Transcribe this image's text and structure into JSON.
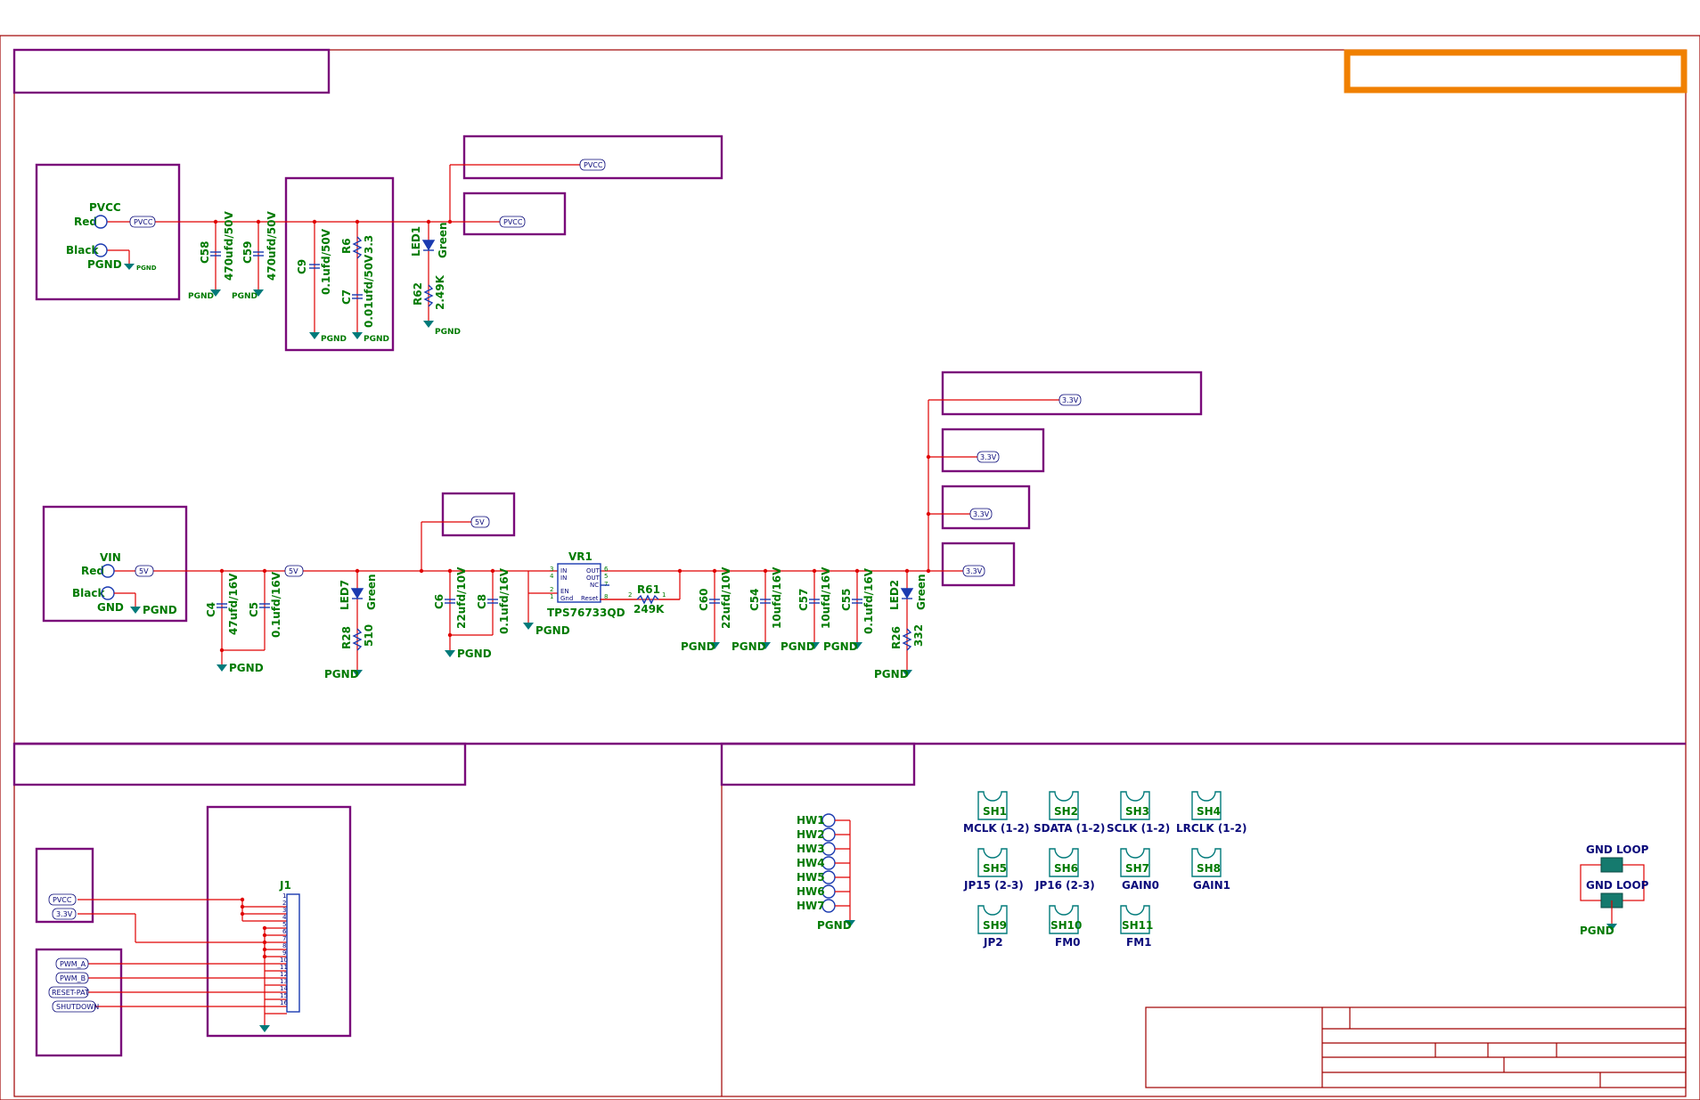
{
  "colors": {
    "wire": "#e00000",
    "frame": "#a00000",
    "block_border": "#7a0a7a",
    "highlight": "#f08000",
    "component": "#1a3ab0",
    "label_green": "#007a00",
    "label_navy": "#0a0a7a",
    "ground": "#007a7a"
  },
  "nets": {
    "pvcc": "PVCC",
    "pgnd": "PGND",
    "v5": "5V",
    "v33": "3.3V",
    "gnd": "GND"
  },
  "pvcc_section": {
    "connector": {
      "title": "PVCC",
      "red": "Red",
      "black": "Black",
      "gnd": "PGND"
    },
    "c58": {
      "ref": "C58",
      "value": "470ufd/50V"
    },
    "c59": {
      "ref": "C59",
      "value": "470ufd/50V"
    },
    "c9": {
      "ref": "C9",
      "value": "0.1ufd/50V"
    },
    "r6": {
      "ref": "R6",
      "value": "3.3"
    },
    "c7": {
      "ref": "C7",
      "value": "0.01ufd/50V"
    },
    "led1": {
      "ref": "LED1",
      "value": "Green"
    },
    "r62": {
      "ref": "R62",
      "value": "2.49K"
    }
  },
  "vin_section": {
    "connector": {
      "title": "VIN",
      "red": "Red",
      "black": "Black",
      "gnd": "GND"
    },
    "c4": {
      "ref": "C4",
      "value": "47ufd/16V"
    },
    "c5": {
      "ref": "C5",
      "value": "0.1ufd/16V"
    },
    "led7": {
      "ref": "LED7",
      "value": "Green"
    },
    "r28": {
      "ref": "R28",
      "value": "510"
    },
    "c6": {
      "ref": "C6",
      "value": "22ufd/10V"
    },
    "c8": {
      "ref": "C8",
      "value": "0.1ufd/16V"
    },
    "vr1": {
      "ref": "VR1",
      "part": "TPS76733QD",
      "pins": [
        "IN",
        "IN",
        "EN",
        "Gnd",
        "OUT",
        "OUT",
        "NC",
        "Reset"
      ],
      "pin_numbers": [
        "3",
        "4",
        "2",
        "1",
        "6",
        "5",
        "7",
        "8"
      ]
    },
    "r61": {
      "ref": "R61",
      "value": "249K",
      "pin_a": "2",
      "pin_b": "1"
    },
    "c60": {
      "ref": "C60",
      "value": "22ufd/10V"
    },
    "c54": {
      "ref": "C54",
      "value": "10ufd/16V"
    },
    "c57": {
      "ref": "C57",
      "value": "10ufd/16V"
    },
    "c55": {
      "ref": "C55",
      "value": "0.1ufd/16V"
    },
    "led2": {
      "ref": "LED2",
      "value": "Green"
    },
    "r26": {
      "ref": "R26",
      "value": "332"
    }
  },
  "connector_section": {
    "ref": "J1",
    "inputs": [
      "PVCC",
      "3.3V"
    ],
    "signals": [
      "PWM_A",
      "PWM_B",
      "RESET-PAT",
      "SHUTDOWN"
    ],
    "pin_numbers": [
      "1",
      "2",
      "3",
      "4",
      "5",
      "6",
      "7",
      "8",
      "9",
      "10",
      "11",
      "12",
      "13",
      "14",
      "15",
      "16"
    ]
  },
  "hardware_section": {
    "hardware": [
      "HW1",
      "HW2",
      "HW3",
      "HW4",
      "HW5",
      "HW6",
      "HW7"
    ],
    "hw_gnd": "PGND",
    "shunts": [
      {
        "ref": "SH1",
        "label": "MCLK (1-2)"
      },
      {
        "ref": "SH2",
        "label": "SDATA (1-2)"
      },
      {
        "ref": "SH3",
        "label": "SCLK (1-2)"
      },
      {
        "ref": "SH4",
        "label": "LRCLK (1-2)"
      },
      {
        "ref": "SH5",
        "label": "JP15 (2-3)"
      },
      {
        "ref": "SH6",
        "label": "JP16 (2-3)"
      },
      {
        "ref": "SH7",
        "label": "GAIN0"
      },
      {
        "ref": "SH8",
        "label": "GAIN1"
      },
      {
        "ref": "SH9",
        "label": "JP2"
      },
      {
        "ref": "SH10",
        "label": "FM0"
      },
      {
        "ref": "SH11",
        "label": "FM1"
      }
    ],
    "gnd_loop_1": "GND LOOP",
    "gnd_loop_2": "GND LOOP",
    "gnd_loop_gnd": "PGND"
  }
}
